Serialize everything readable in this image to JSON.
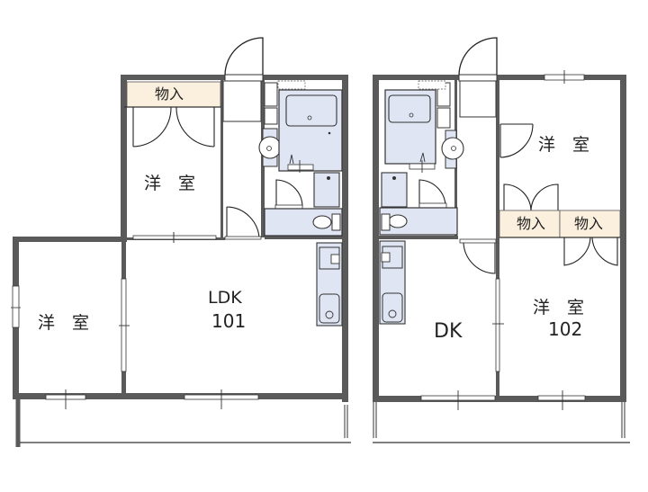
{
  "floor_plan": {
    "units": [
      {
        "id": "101",
        "rooms": [
          {
            "name": "storage-top",
            "label": "物入"
          },
          {
            "name": "western-room-north",
            "label": "洋　室"
          },
          {
            "name": "western-room-west",
            "label": "洋　室"
          },
          {
            "name": "ldk",
            "label": "LDK",
            "number": "101"
          }
        ]
      },
      {
        "id": "102",
        "rooms": [
          {
            "name": "western-room-north",
            "label": "洋　室"
          },
          {
            "name": "storage-left",
            "label": "物入"
          },
          {
            "name": "storage-right",
            "label": "物入"
          },
          {
            "name": "western-room-south",
            "label": "洋　室",
            "number": "102"
          },
          {
            "name": "dk",
            "label": "DK"
          }
        ]
      }
    ],
    "colors": {
      "wall": "#5a5a5a",
      "fixture_fill": "#dfe5f3",
      "storage_fill": "#fbf0de",
      "line": "#222222"
    }
  }
}
